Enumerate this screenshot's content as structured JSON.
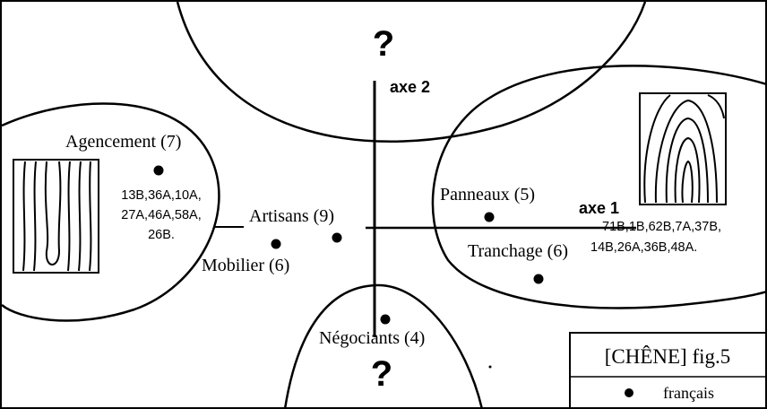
{
  "axis_labels": {
    "x": "axe 1",
    "y": "axe 2"
  },
  "unknown_marks": [
    "?",
    "?"
  ],
  "clusters": [
    {
      "label": "Agencement (7)"
    },
    {
      "label": "Artisans (9)"
    },
    {
      "label": "Mobilier (6)"
    },
    {
      "label": "Panneaux (5)"
    },
    {
      "label": "Tranchage (6)"
    },
    {
      "label": "Négociants (4)"
    }
  ],
  "left_codes": [
    "13B,36A,10A,",
    "27A,46A,58A,",
    "26B."
  ],
  "right_codes": [
    "71B,1B,62B,7A,37B,",
    "14B,26A,36B,48A."
  ],
  "legend": {
    "title": "[CHÊNE] fig.5",
    "item": "français"
  }
}
